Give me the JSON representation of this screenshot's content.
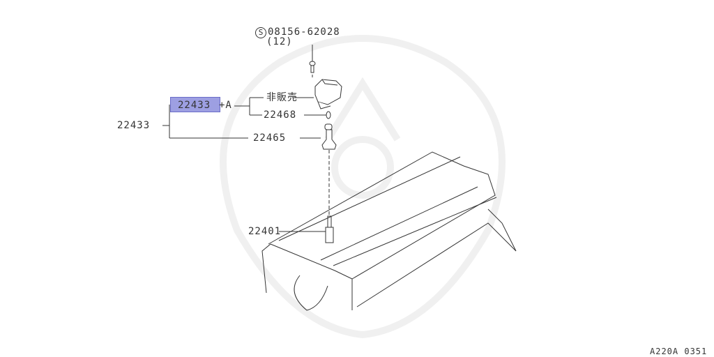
{
  "diagram": {
    "type": "parts-exploded-view",
    "subject": "Ignition coil / spark plug assembly on engine cover",
    "highlight_color": "#9d9fe2",
    "labels": {
      "bolt_part": "08156-62028",
      "bolt_qty": "(12)",
      "bolt_symbol": "S",
      "not_sold": "非販売",
      "highlighted_part": "22433",
      "plus_a": "+A",
      "part_22468": "22468",
      "parent_part": "22433",
      "part_22465": "22465",
      "part_22401": "22401",
      "figure_code": "A220A 0351"
    }
  }
}
